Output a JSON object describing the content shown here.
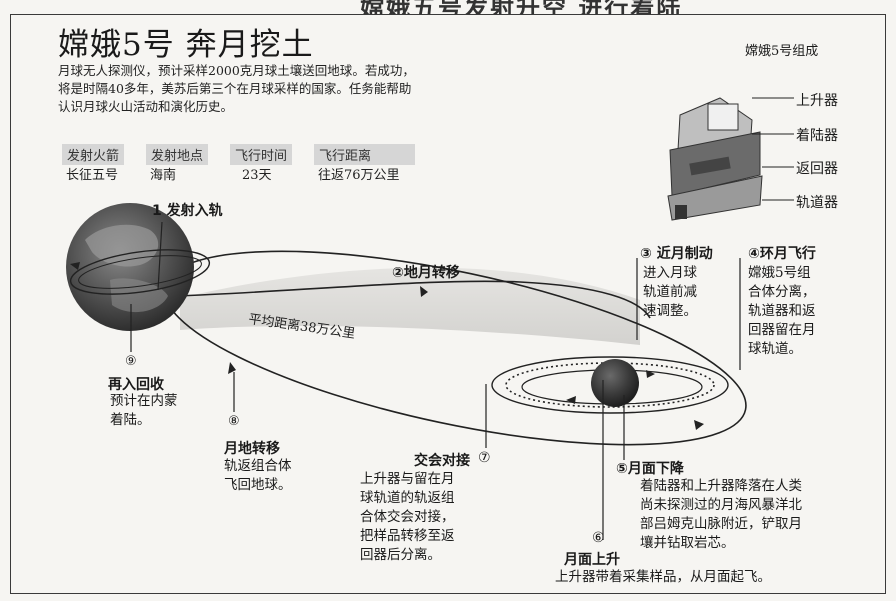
{
  "top_cropped_text": "嫦娥五号发射升空 进行着陆",
  "title": "嫦娥5号 奔月挖土",
  "intro": [
    "月球无人探测仪，预计采样2000克月球土壤送回地球。若成功，",
    "将是时隔40多年，美苏后第三个在月球采样的国家。任务能帮助",
    "认识月球火山活动和演化历史。"
  ],
  "facts": [
    {
      "header": "发射火箭",
      "value": "长征五号"
    },
    {
      "header": "发射地点",
      "value": "海南"
    },
    {
      "header": "飞行时间",
      "value": "23天"
    },
    {
      "header": "飞行距离",
      "value": "往返76万公里"
    }
  ],
  "composition": {
    "title": "嫦娥5号组成",
    "parts": [
      "上升器",
      "着陆器",
      "返回器",
      "轨道器"
    ]
  },
  "stages": {
    "s1": {
      "label": "1 发射入轨"
    },
    "s2": {
      "label": "②地月转移"
    },
    "s3": {
      "label": "③ 近月制动",
      "note": [
        "进入月球",
        "轨道前减",
        "速调整。"
      ]
    },
    "s4": {
      "label": "④环月飞行",
      "note": [
        "嫦娥5号组",
        "合体分离，",
        "轨道器和返",
        "回器留在月",
        "球轨道。"
      ]
    },
    "s5": {
      "label": "⑤月面下降",
      "note": [
        "着陆器和上升器降落在人类",
        "尚未探测过的月海风暴洋北",
        "部吕姆克山脉附近，铲取月",
        "壤并钻取岩芯。"
      ]
    },
    "s6": {
      "num": "⑥",
      "label": "月面上升",
      "note": "上升器带着采集样品，从月面起飞。"
    },
    "s7": {
      "label": "交会对接",
      "num": "⑦",
      "note": [
        "上升器与留在月",
        "球轨道的轨返组",
        "合体交会对接，",
        "把样品转移至返",
        "回器后分离。"
      ]
    },
    "s8": {
      "num": "⑧",
      "label": "月地转移",
      "note": [
        "轨返组合体",
        "飞回地球。"
      ]
    },
    "s9": {
      "num": "⑨",
      "label": "再入回收",
      "note": [
        "预计在内蒙",
        "着陆。"
      ]
    }
  },
  "distance_label": "平均距离38万公里",
  "colors": {
    "frame": "#3a3a3a",
    "shade": "#d6d6d6",
    "line": "#222222"
  }
}
